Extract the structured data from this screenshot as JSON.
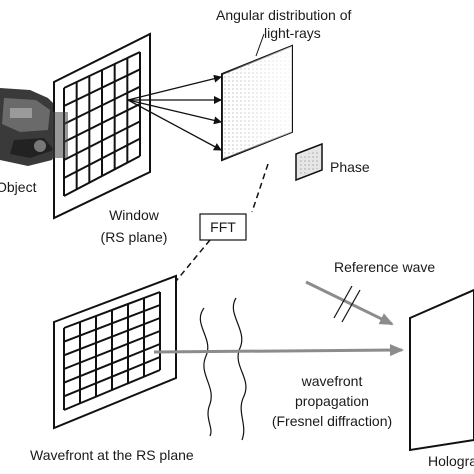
{
  "labels": {
    "angular_line1": "Angular distribution of",
    "angular_line2": "light-rays",
    "phase": "Phase",
    "object": "Object",
    "window_line1": "Window",
    "window_line2": "(RS plane)",
    "fft": "FFT",
    "reference_wave": "Reference wave",
    "wavefront_line1": "wavefront",
    "wavefront_line2": "propagation",
    "wavefront_line3": "(Fresnel diffraction)",
    "wavefront_rs": "Wavefront at the RS plane",
    "hologram": "Hologram"
  },
  "colors": {
    "ink": "#111111",
    "arrow_gray": "#8c8c8c",
    "object_dark": "#333333"
  }
}
